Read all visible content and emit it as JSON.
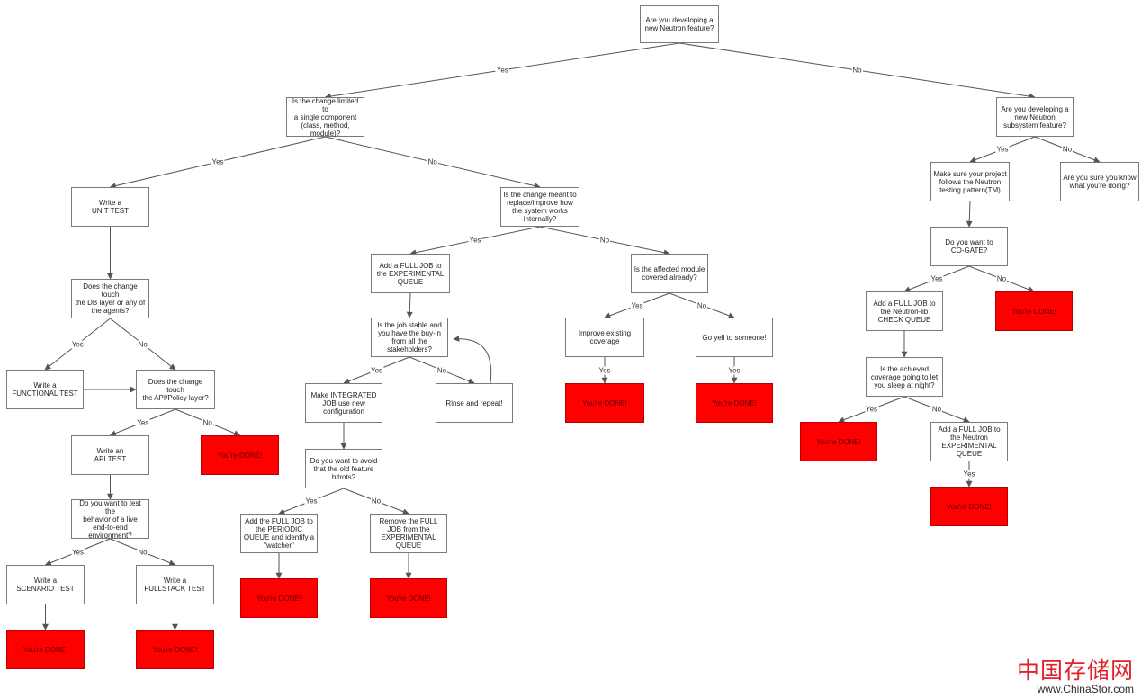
{
  "nodes": [
    {
      "id": "q_feature",
      "text": "Are you developing a\nnew Neutron feature?",
      "done": false
    },
    {
      "id": "q_limited",
      "text": "Is the change limited to\na single component\n(class, method,\nmodule)?",
      "done": false
    },
    {
      "id": "q_subsystem",
      "text": "Are you developing a\nnew Neutron\nsubsystem feature?",
      "done": false
    },
    {
      "id": "unit_test",
      "text": "Write a\nUNIT TEST",
      "done": false
    },
    {
      "id": "q_replace",
      "text": "Is the change meant to\nreplace/improve how\nthe system works\ninternally?",
      "done": false
    },
    {
      "id": "testing_pattern",
      "text": "Make sure your project\nfollows the Neutron\ntesting pattern(TM)",
      "done": false
    },
    {
      "id": "sure_know",
      "text": "Are you sure you know\nwhat you're doing?",
      "done": false
    },
    {
      "id": "q_db",
      "text": "Does the change touch\nthe DB layer or any of\nthe agents?",
      "done": false
    },
    {
      "id": "full_job_exp",
      "text": "Add a FULL JOB to\nthe EXPERIMENTAL\nQUEUE",
      "done": false
    },
    {
      "id": "q_module_covered",
      "text": "Is the affected module\ncovered already?",
      "done": false
    },
    {
      "id": "q_cogate",
      "text": "Do you want to\nCO-GATE?",
      "done": false
    },
    {
      "id": "functional_test",
      "text": "Write a\nFUNCTIONAL TEST",
      "done": false
    },
    {
      "id": "q_api",
      "text": "Does the change touch\nthe API/Policy layer?",
      "done": false
    },
    {
      "id": "q_stable",
      "text": "Is the job stable and\nyou have the buy-in\nfrom all the\nstakeholders?",
      "done": false
    },
    {
      "id": "improve_cov",
      "text": "Improve existing\ncoverage",
      "done": false
    },
    {
      "id": "go_yell",
      "text": "Go yell to someone!",
      "done": false
    },
    {
      "id": "full_job_check",
      "text": "Add a FULL JOB to\nthe Neutron-lib\nCHECK QUEUE",
      "done": false
    },
    {
      "id": "done_cogate_no",
      "text": "You're DONE!",
      "done": true
    },
    {
      "id": "make_integrated",
      "text": "Make INTEGRATED\nJOB use new\nconfiguration",
      "done": false
    },
    {
      "id": "rinse",
      "text": "Rinse and repeat!",
      "done": false
    },
    {
      "id": "done_improve",
      "text": "You're DONE!",
      "done": true
    },
    {
      "id": "done_yell",
      "text": "You're DONE!",
      "done": true
    },
    {
      "id": "q_coverage_sleep",
      "text": "Is the achieved\ncoverage going to let\nyou sleep at night?",
      "done": false
    },
    {
      "id": "api_test",
      "text": "Write an\nAPI TEST",
      "done": false
    },
    {
      "id": "done_api_no",
      "text": "You're DONE!",
      "done": true
    },
    {
      "id": "q_bitrots",
      "text": "Do you want to avoid\nthat the old feature\nbitrots?",
      "done": false
    },
    {
      "id": "done_sleep_yes",
      "text": "You're DONE!",
      "done": true
    },
    {
      "id": "full_job_exp2",
      "text": "Add a FULL JOB to\nthe Neutron\nEXPERIMENTAL\nQUEUE",
      "done": false
    },
    {
      "id": "q_live_env",
      "text": "Do you want to test the\nbehavior of a live\nend-to-end\nenvironment?",
      "done": false
    },
    {
      "id": "periodic",
      "text": "Add the FULL JOB to\nthe PERIODIC\nQUEUE and identify a\n\"watcher\"",
      "done": false
    },
    {
      "id": "remove_full",
      "text": "Remove the FULL\nJOB from the\nEXPERIMENTAL\nQUEUE",
      "done": false
    },
    {
      "id": "done_exp2",
      "text": "You're DONE!",
      "done": true
    },
    {
      "id": "scenario_test",
      "text": "Write a\nSCENARIO TEST",
      "done": false
    },
    {
      "id": "fullstack_test",
      "text": "Write a\nFULLSTACK TEST",
      "done": false
    },
    {
      "id": "done_periodic",
      "text": "You're DONE!",
      "done": true
    },
    {
      "id": "done_remove",
      "text": "You're DONE!",
      "done": true
    },
    {
      "id": "done_scenario",
      "text": "You're DONE!",
      "done": true
    },
    {
      "id": "done_fullstack",
      "text": "You're DONE!",
      "done": true
    }
  ],
  "edges": [
    {
      "from": "q_feature",
      "to": "q_limited",
      "label": "Yes"
    },
    {
      "from": "q_feature",
      "to": "q_subsystem",
      "label": "No"
    },
    {
      "from": "q_limited",
      "to": "unit_test",
      "label": "Yes"
    },
    {
      "from": "q_limited",
      "to": "q_replace",
      "label": "No"
    },
    {
      "from": "q_subsystem",
      "to": "testing_pattern",
      "label": "Yes"
    },
    {
      "from": "q_subsystem",
      "to": "sure_know",
      "label": "No"
    },
    {
      "from": "unit_test",
      "to": "q_db",
      "label": ""
    },
    {
      "from": "q_replace",
      "to": "full_job_exp",
      "label": "Yes"
    },
    {
      "from": "q_replace",
      "to": "q_module_covered",
      "label": "No"
    },
    {
      "from": "testing_pattern",
      "to": "q_cogate",
      "label": ""
    },
    {
      "from": "q_db",
      "to": "functional_test",
      "label": "Yes"
    },
    {
      "from": "q_db",
      "to": "q_api",
      "label": "No"
    },
    {
      "from": "functional_test",
      "to": "q_api",
      "label": ""
    },
    {
      "from": "full_job_exp",
      "to": "q_stable",
      "label": ""
    },
    {
      "from": "q_module_covered",
      "to": "improve_cov",
      "label": "Yes"
    },
    {
      "from": "q_module_covered",
      "to": "go_yell",
      "label": "No"
    },
    {
      "from": "q_cogate",
      "to": "full_job_check",
      "label": "Yes"
    },
    {
      "from": "q_cogate",
      "to": "done_cogate_no",
      "label": "No"
    },
    {
      "from": "q_stable",
      "to": "make_integrated",
      "label": "Yes"
    },
    {
      "from": "q_stable",
      "to": "rinse",
      "label": "No"
    },
    {
      "from": "rinse",
      "to": "q_stable",
      "label": ""
    },
    {
      "from": "improve_cov",
      "to": "done_improve",
      "label": "Yes"
    },
    {
      "from": "go_yell",
      "to": "done_yell",
      "label": "Yes"
    },
    {
      "from": "full_job_check",
      "to": "q_coverage_sleep",
      "label": ""
    },
    {
      "from": "q_api",
      "to": "api_test",
      "label": "Yes"
    },
    {
      "from": "q_api",
      "to": "done_api_no",
      "label": "No"
    },
    {
      "from": "make_integrated",
      "to": "q_bitrots",
      "label": ""
    },
    {
      "from": "q_coverage_sleep",
      "to": "done_sleep_yes",
      "label": "Yes"
    },
    {
      "from": "q_coverage_sleep",
      "to": "full_job_exp2",
      "label": "No"
    },
    {
      "from": "full_job_exp2",
      "to": "done_exp2",
      "label": "Yes"
    },
    {
      "from": "api_test",
      "to": "q_live_env",
      "label": ""
    },
    {
      "from": "q_bitrots",
      "to": "periodic",
      "label": "Yes"
    },
    {
      "from": "q_bitrots",
      "to": "remove_full",
      "label": "No"
    },
    {
      "from": "q_live_env",
      "to": "scenario_test",
      "label": "Yes"
    },
    {
      "from": "q_live_env",
      "to": "fullstack_test",
      "label": "No"
    },
    {
      "from": "periodic",
      "to": "done_periodic",
      "label": ""
    },
    {
      "from": "remove_full",
      "to": "done_remove",
      "label": ""
    },
    {
      "from": "scenario_test",
      "to": "done_scenario",
      "label": ""
    },
    {
      "from": "fullstack_test",
      "to": "done_fullstack",
      "label": ""
    }
  ],
  "watermark": {
    "brand_cn": "中国存储网",
    "url": "www.ChinaStor.com"
  },
  "colors": {
    "done_fill": "#ff0000",
    "box_border": "#7a7a7a",
    "line": "#555555",
    "watermark_red": "#e0202a"
  }
}
